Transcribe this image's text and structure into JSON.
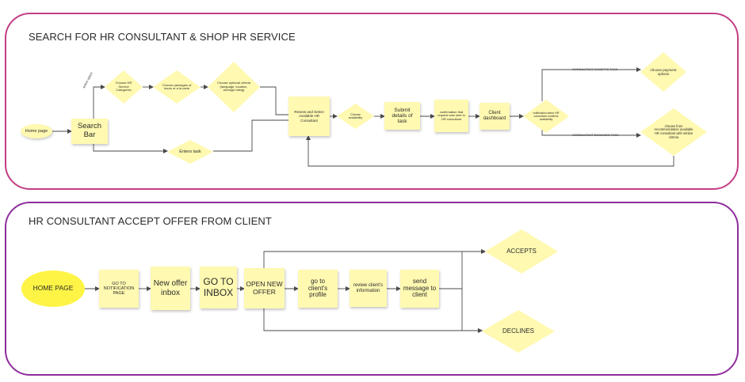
{
  "colors": {
    "frame1_border": "#c43d84",
    "frame2_border": "#8e2d9c",
    "sticky": "#fff9b1",
    "home_oval": "#fef445",
    "connector": "#4a4a4a"
  },
  "flow1": {
    "title": "SEARCH FOR HR CONSULTANT & SHOP HR SERVICE",
    "home_page": "Home page",
    "search_bar": "Search Bar",
    "choose_categories": "Choose HR Service Categories",
    "choose_packages": "Choose packages of hours or a la carte",
    "choose_criteria": "Choose optional criteria (language, location, average rating)",
    "enters_task": "Enters task",
    "review_select": "Review and Select Available HR Consultant",
    "choose_availability": "Choose availability",
    "submit_details": "Submit details of task",
    "confirmation": "confirmation that request was sent to HR consultant",
    "client_dashboard": "Client dashboard",
    "notification": "notification when HR consultant confirms availability",
    "payment_options": "choose payment options",
    "recommendation": "choose from recommendation available HR consultant with similar criteria",
    "label_select_option": "select option",
    "label_accepts": "CONSULTANT ACCEPTS TASK",
    "label_declines": "CONSULTANT DECLINES TASK"
  },
  "flow2": {
    "title": "HR CONSULTANT ACCEPT OFFER FROM CLIENT",
    "home_page": "HOME PAGE",
    "notification_page": "GO TO NOTIFICATION PAGE",
    "new_offer_inbox": "New offer inbox",
    "go_to_inbox": "GO TO INBOX",
    "open_new_offer": "OPEN NEW OFFER",
    "clients_profile": "go to client's profile",
    "review_information": "review client's information",
    "send_message": "send message to client",
    "accepts": "ACCEPTS",
    "declines": "DECLINES"
  }
}
